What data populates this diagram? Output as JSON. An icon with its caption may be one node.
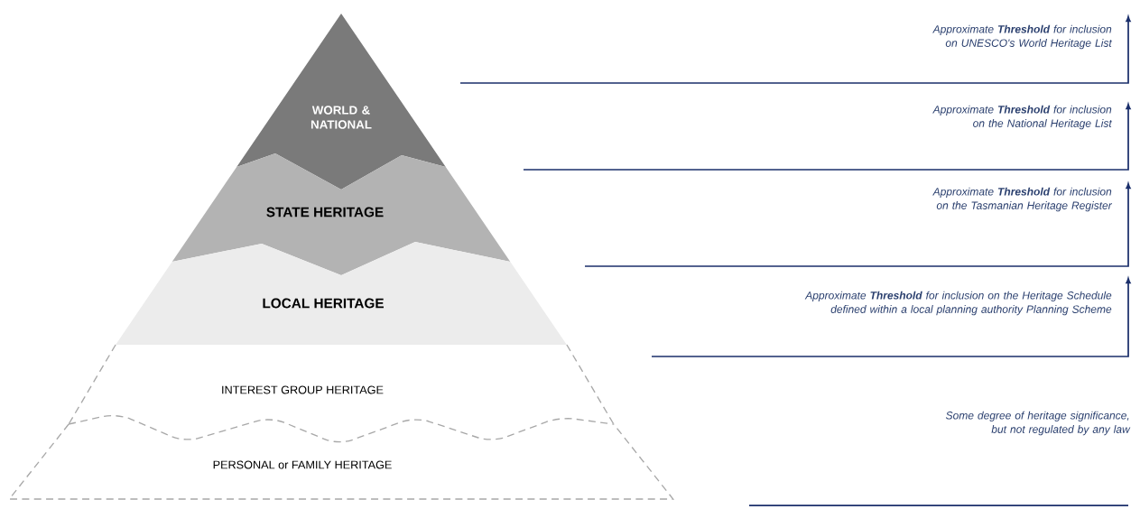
{
  "diagram": {
    "nodes": [
      {
        "text": [
          "WORLD & NATIONAL"
        ]
      },
      {
        "text": [
          "STATE HERITAGE"
        ]
      },
      {
        "text": [
          "LOCAL HERITAGE"
        ]
      },
      {
        "text": [
          "INTEREST GROUP HERITAGE"
        ]
      },
      {
        "text": [
          "PERSONAL or FAMILY HERITAGE"
        ]
      }
    ],
    "labels": [
      "Approximate **Threshold** for inclusion on UNESCO's World Heritage List",
      "Approximate **Threshold** for inclusion on the National Heritage List",
      "Approximate **Threshold** for inclusion on the Tasmanian Heritage Register",
      "Approximate **Threshold** for inclusion on the Heritage Schedule defined within a local planning authority Planning Scheme",
      "Some degree of heritage significance, but not regulated by any law"
    ]
  }
}
